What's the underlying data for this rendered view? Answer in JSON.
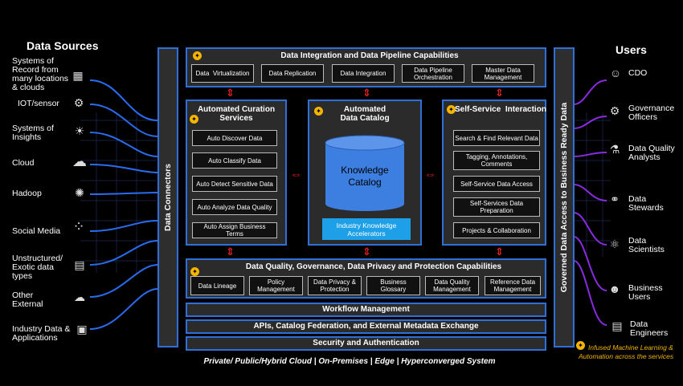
{
  "left_header": "Data Sources",
  "right_header": "Users",
  "sources": [
    {
      "label": "Systems of\nRecord from\nmany locations\n& clouds",
      "icon": "server-icon",
      "glyph": "▦"
    },
    {
      "label": "IOT/sensor",
      "icon": "iot-sensor-icon",
      "glyph": "⚙"
    },
    {
      "label": "Systems of\nInsights",
      "icon": "lightbulb-icon",
      "glyph": "☀"
    },
    {
      "label": "Cloud",
      "icon": "cloud-icon",
      "glyph": "☁"
    },
    {
      "label": "Hadoop",
      "icon": "hadoop-icon",
      "glyph": "✺"
    },
    {
      "label": "Social Media",
      "icon": "social-media-icon",
      "glyph": "⁘"
    },
    {
      "label": "Unstructured/\nExotic data\ntypes",
      "icon": "printer-icon",
      "glyph": "▤"
    },
    {
      "label": "Other\nExternal",
      "icon": "external-icon",
      "glyph": "☁"
    },
    {
      "label": "Industry Data &\nApplications",
      "icon": "industry-icon",
      "glyph": "▣"
    }
  ],
  "users": [
    {
      "label": "CDO",
      "icon": "cdo-icon"
    },
    {
      "label": "Governance\nOfficers",
      "icon": "governance-icon"
    },
    {
      "label": "Data Quality\nAnalysts",
      "icon": "analyst-icon"
    },
    {
      "label": "Data\nStewards",
      "icon": "steward-icon"
    },
    {
      "label": "Data\nScientists",
      "icon": "scientist-icon"
    },
    {
      "label": "Business\nUsers",
      "icon": "business-user-icon"
    },
    {
      "label": "Data\nEngineers",
      "icon": "engineer-icon"
    }
  ],
  "connectors_label": "Data Connectors",
  "governed_label": "Governed Data Access to Business Ready Data",
  "integration": {
    "title": "Data Integration and Data Pipeline Capabilities",
    "items": [
      "Data  Virtualization",
      "Data Replication",
      "Data Integration",
      "Data Pipeline\nOrchestration",
      "Master Data\nManagement"
    ]
  },
  "curation": {
    "title": "Automated Curation\nServices",
    "items": [
      "Auto Discover Data",
      "Auto Classify Data",
      "Auto Detect Sensitive Data",
      "Auto Analyze Data Quality",
      "Auto Assign Business Terms"
    ]
  },
  "catalog": {
    "title": "Automated\nData Catalog",
    "knowledge": "Knowledge\nCatalog",
    "accelerators": "Industry Knowledge\nAccelerators"
  },
  "selfservice": {
    "title": "Self-Service  Interaction",
    "items": [
      "Search & Find Relevant Data",
      "Tagging, Annotations,\nComments",
      "Self-Service Data Access",
      "Self-Services Data\nPreparation",
      "Projects & Collaboration"
    ]
  },
  "quality": {
    "title": "Data Quality, Governance, Data Privacy and Protection Capabilities",
    "items": [
      "Data Lineage",
      "Policy\nManagement",
      "Data Privacy &\nProtection",
      "Business\nGlossary",
      "Data Quality\nManagement",
      "Reference Data\nManagement"
    ]
  },
  "bars": [
    "Workflow Management",
    "APIs, Catalog Federation, and External Metadata Exchange",
    "Security and Authentication"
  ],
  "footer": "Private/ Public/Hybrid Cloud | On-Premises | Edge | Hyperconverged System",
  "legend": "Infused Machine Learning &\nAutomation across the services",
  "colors": {
    "accent_blue": "#2f6fd8",
    "line_blue": "#2a6cf0",
    "line_purple": "#8a2be2",
    "arrow_red": "#e02020",
    "bulb_yellow": "#f5b400",
    "legend_yellow": "#f5b400",
    "knowledge_blue": "#3d7fe0",
    "accelerator_cyan": "#1ea0e8"
  }
}
